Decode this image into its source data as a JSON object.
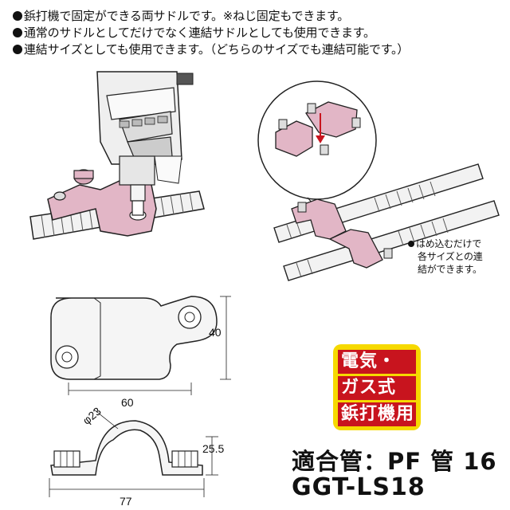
{
  "features": [
    "鋲打機で固定ができる両サドルです。※ねじ固定もできます。",
    "通常のサドルとしてだけでなく連結サドルとしても使用できます。",
    "連結サイズとしても使用できます。（どちらのサイズでも連結可能です。）"
  ],
  "note": {
    "line1": "はめ込むだけで",
    "line2": "各サイズとの連",
    "line3": "結ができます。"
  },
  "dimensions": {
    "width_top": "60",
    "height_top": "40",
    "diameter": "φ23",
    "height_side": "25.5",
    "width_side": "77"
  },
  "badge": {
    "line1": "電気・",
    "line2": "ガス式",
    "line3": "鋲打機用"
  },
  "compatible_pipe": "適合管：PF 管 16",
  "model_number": "GGT-LS18",
  "colors": {
    "saddle": "#e2b6c6",
    "saddle_dark": "#c795a8",
    "badge_bg": "#f6d900",
    "badge_fill": "#c8141e"
  }
}
